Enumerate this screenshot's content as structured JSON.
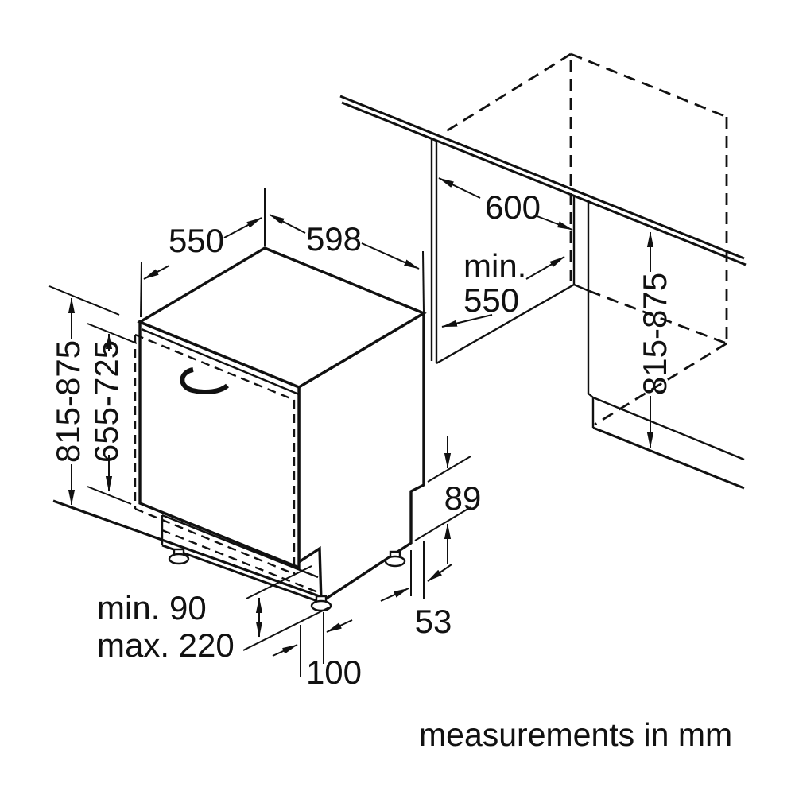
{
  "diagram": {
    "background": "#ffffff",
    "line_color": "#111111",
    "caption": "measurements in mm",
    "labels": {
      "top_depth": "550",
      "top_width": "598",
      "appliance_height": "815-875",
      "door_height": "655-725",
      "niche_width": "600",
      "niche_depth_line1": "min.",
      "niche_depth_line2": "550",
      "niche_height": "815-875",
      "rear_recess_height": "89",
      "rear_recess_depth": "53",
      "plinth_min": "min. 90",
      "plinth_max": "max. 220",
      "base_inset": "100"
    }
  }
}
